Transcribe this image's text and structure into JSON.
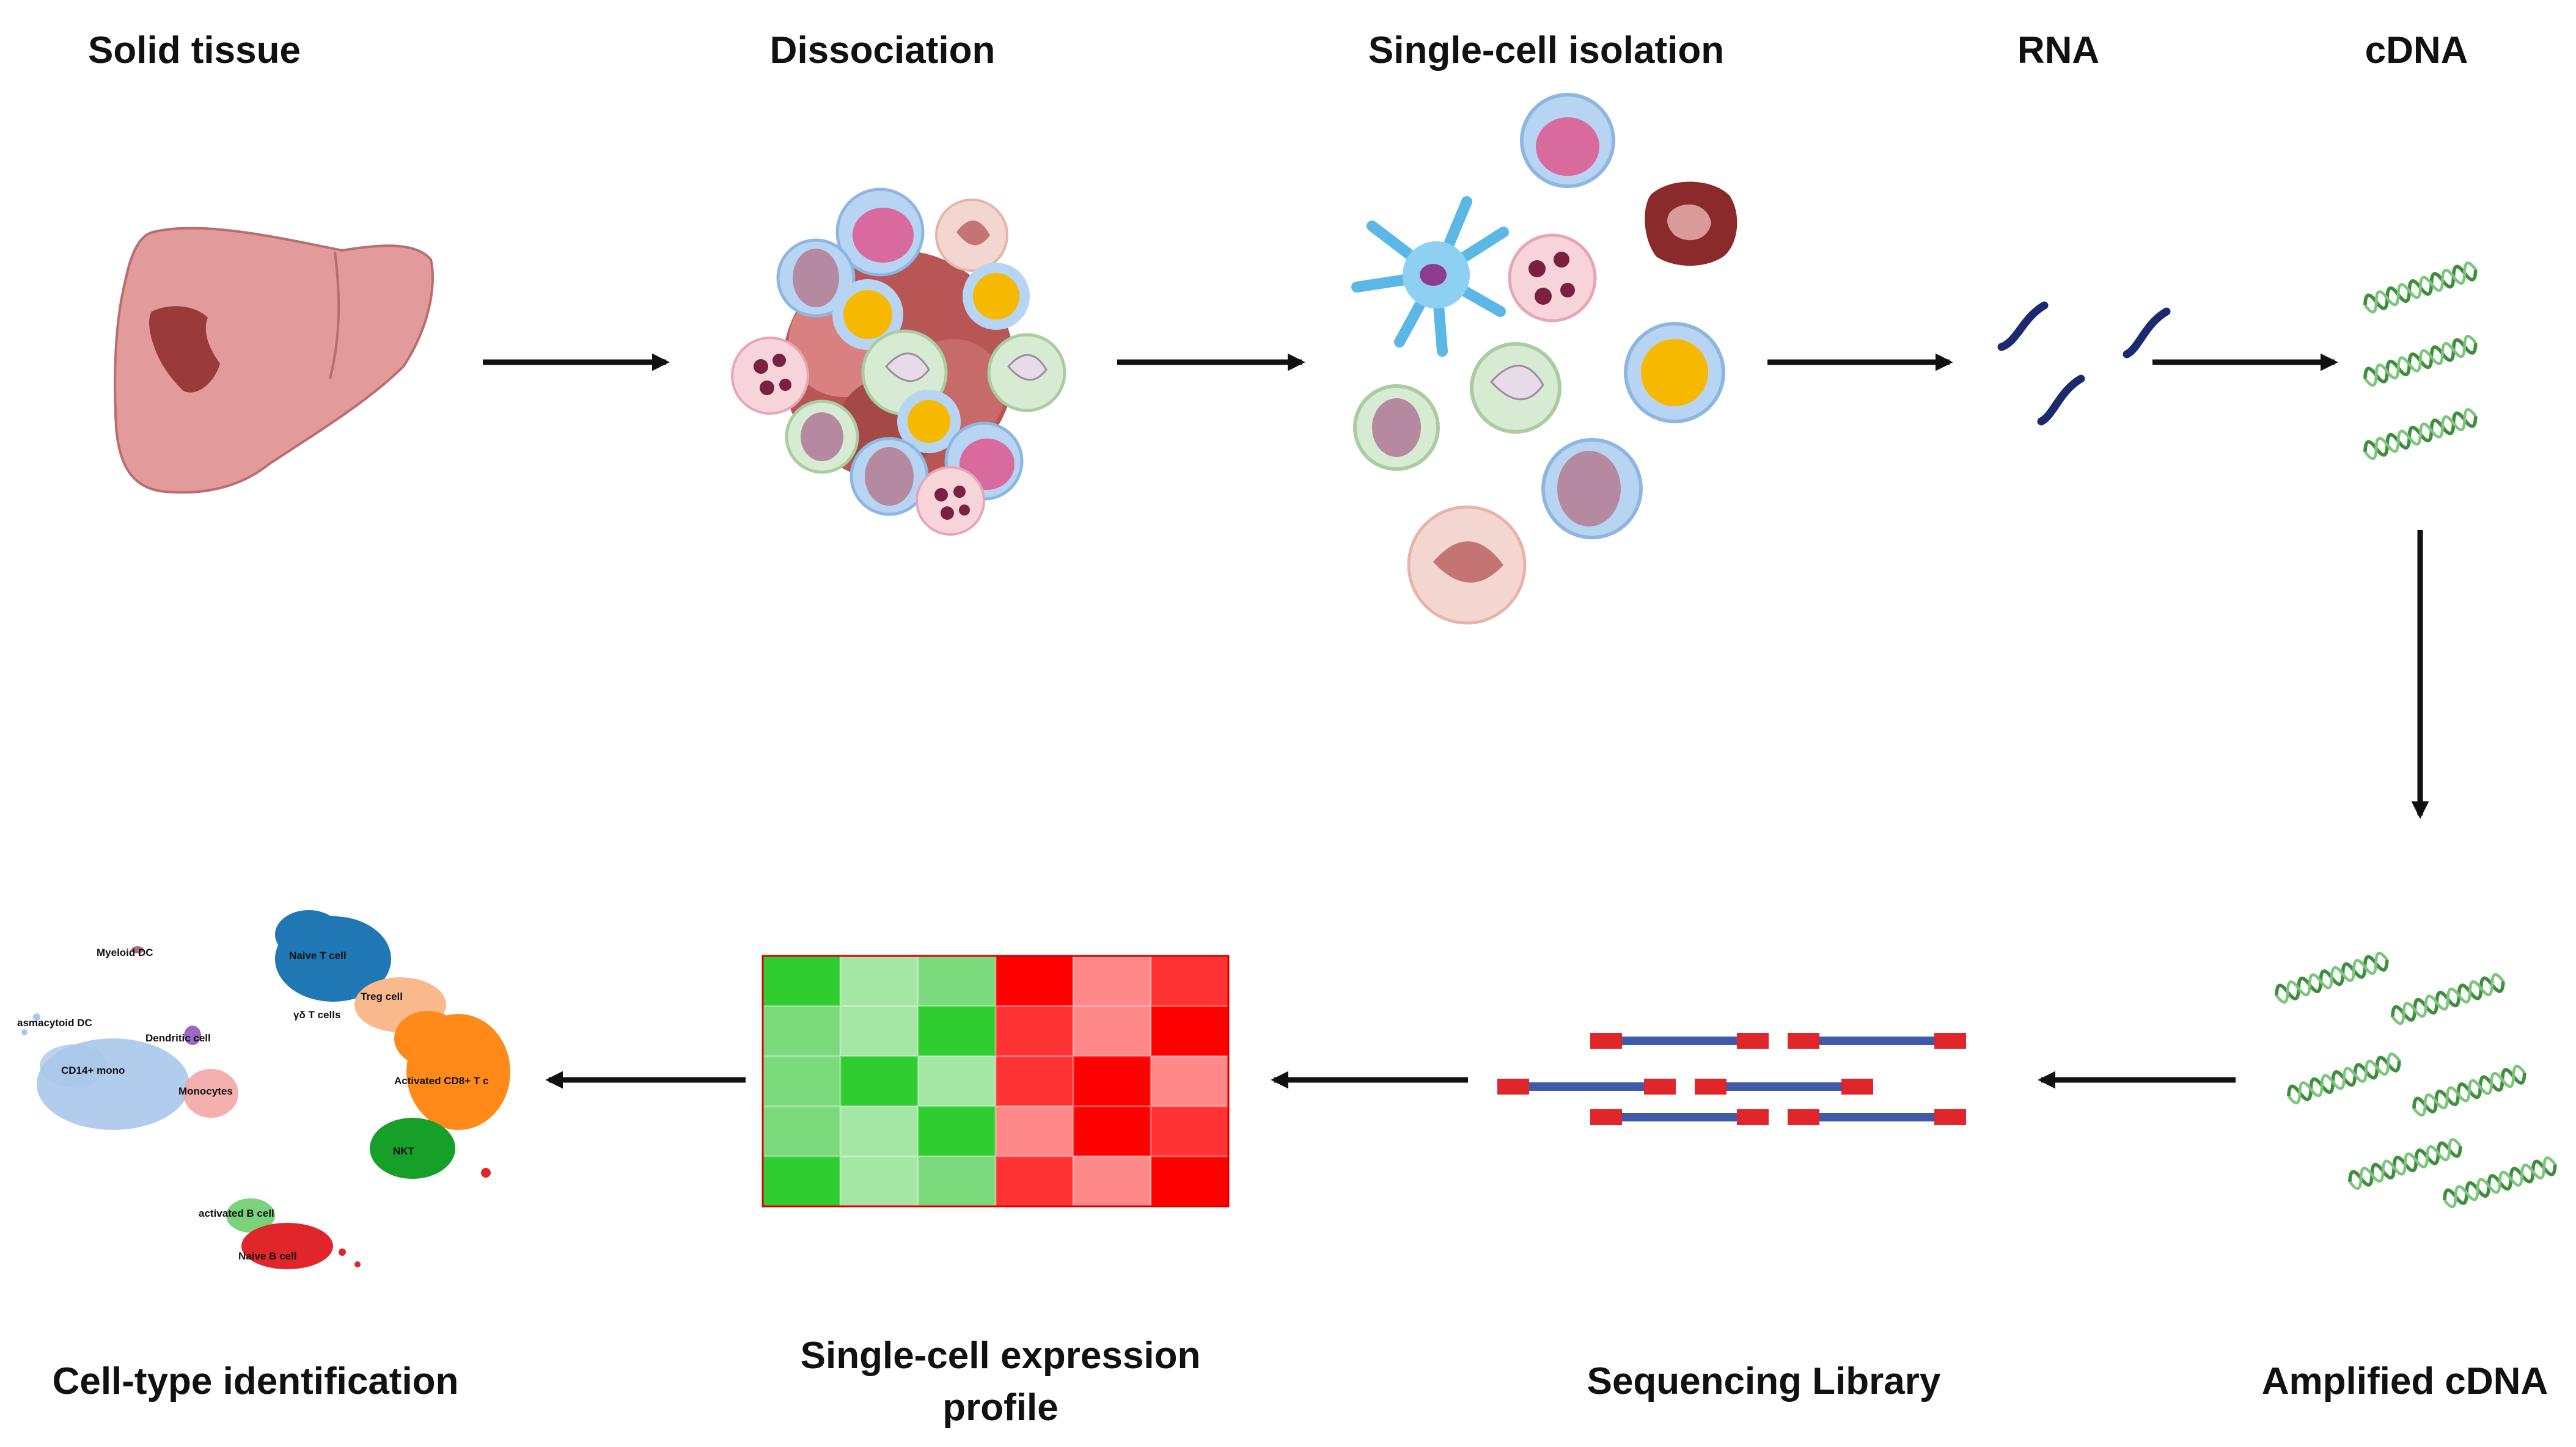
{
  "steps": [
    {
      "id": "solid-tissue",
      "label": "Solid tissue"
    },
    {
      "id": "dissociation",
      "label": "Dissociation"
    },
    {
      "id": "single-cell-isolation",
      "label": "Single-cell isolation"
    },
    {
      "id": "rna",
      "label": "RNA"
    },
    {
      "id": "cdna",
      "label": "cDNA"
    },
    {
      "id": "amplified-cdna",
      "label": "Amplified cDNA"
    },
    {
      "id": "sequencing-library",
      "label": "Sequencing Library"
    },
    {
      "id": "expression-profile",
      "label_lines": [
        "Single-cell expression",
        "profile"
      ]
    },
    {
      "id": "cell-type-identification",
      "label": "Cell-type identification"
    }
  ],
  "umap_cluster_labels": [
    "Myeloid DC",
    "Naive T cell",
    "Treg cell",
    "γδ T cells",
    "asmacytoid DC",
    "Dendritic cell",
    "CD14+ mono",
    "Monocytes",
    "Activated CD8+ T c",
    "NKT",
    "activated B cell",
    "Naive B cell"
  ],
  "colors": {
    "arrow": "#111111",
    "liver": "#e39a9a",
    "tumor": "#9a3a3a",
    "rna_strand": "#1b2a6e",
    "cdna_helix": "#3e8e3e",
    "library_read": "#3e5aa8",
    "library_adapter": "#e0262a",
    "heatmap_high_green": "#2fcd2f",
    "heatmap_high_red": "#ff0000"
  }
}
